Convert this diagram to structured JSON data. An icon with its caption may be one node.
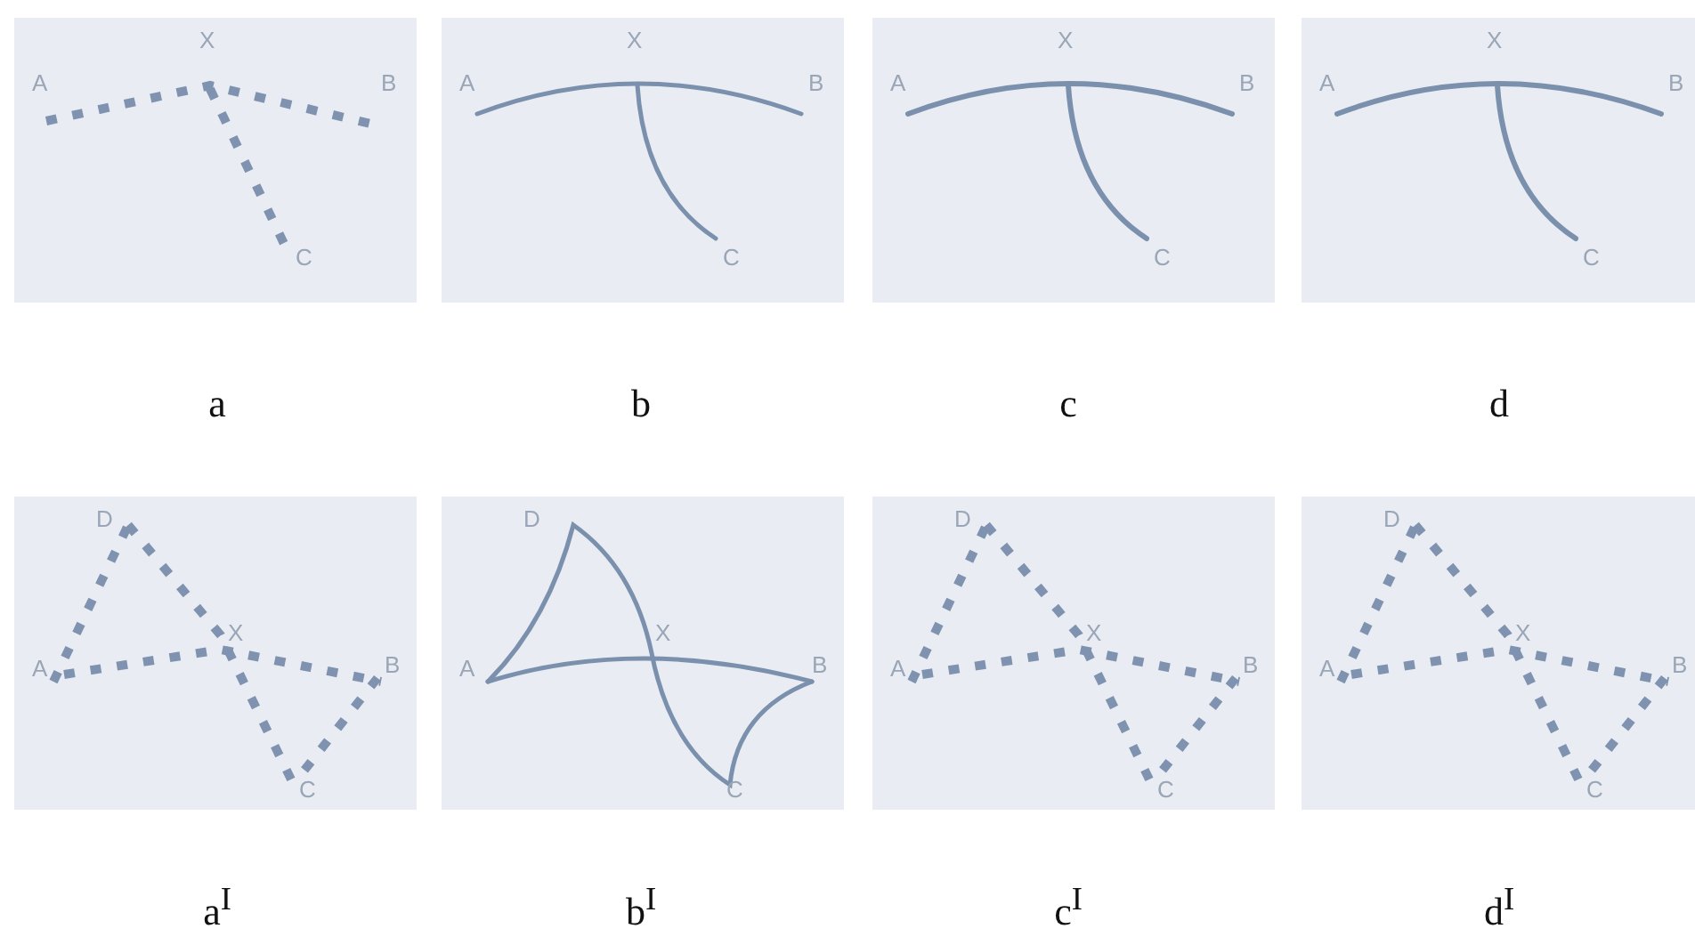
{
  "diagram": {
    "nodes": [
      {
        "text": [
          "X",
          "A",
          "B",
          "C"
        ],
        "beside": [
          "a"
        ]
      },
      {
        "text": [
          "X",
          "A",
          "B",
          "C"
        ],
        "beside": [
          "b"
        ]
      },
      {
        "text": [
          "X",
          "A",
          "B",
          "C"
        ],
        "beside": [
          "c"
        ]
      },
      {
        "text": [
          "X",
          "A",
          "B",
          "C"
        ],
        "beside": [
          "d"
        ]
      },
      {
        "text": [
          "D",
          "X",
          "A",
          "B",
          "C"
        ],
        "beside": [
          "a$^{I}$"
        ]
      },
      {
        "text": [
          "D",
          "X",
          "A",
          "B",
          "C"
        ],
        "beside": [
          "b$^{I}$"
        ]
      },
      {
        "text": [
          "D",
          "X",
          "A",
          "B",
          "C"
        ],
        "beside": [
          "c$^{I}$"
        ]
      },
      {
        "text": [
          "D",
          "X",
          "A",
          "B",
          "C"
        ],
        "beside": [
          "d$^{I}$"
        ]
      }
    ]
  }
}
